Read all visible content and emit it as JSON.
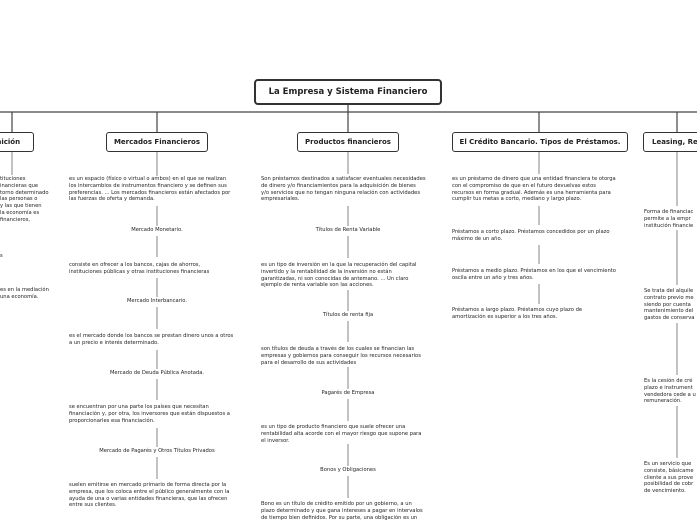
{
  "root": {
    "title": "La Empresa y Sistema Financiero"
  },
  "topics": {
    "definicion": "inición",
    "mercados": "Mercados Financieros",
    "productos": "Productos financieros",
    "credito": "El Crédito Bancario. Tipos de Préstamos.",
    "leasing": "Leasing, Re"
  },
  "definicion": {
    "t1": "tituciones\ninancieras que\ntorno determinado\nlas personas o\ny las que tienen\nla economía es\nfinancieros,",
    "t2": "s",
    "t3": "es en la mediación\nuna economía."
  },
  "mercados": {
    "intro": "es un espacio (físico o virtual o ambos) en el que se realizan\nlos intercambios de instrumentos financiero y se definen sus\npreferencias. ... Los mercados financieros están afectados por\nlas fuerzas de oferta y demanda.",
    "monetario": "Mercado Monetario.",
    "monetario_desc": "consiste en ofrecer a los bancos, cajas de ahorros,\ninstituciones públicas y otras instituciones financieras",
    "interbancario": "Mercado Interbancario.",
    "interbancario_desc": "es el mercado donde los bancos se prestan dinero unos a otros\na un precio e interés determinado.",
    "deuda": "Mercado de Deuda Pública Anotada.",
    "deuda_desc": "se encuentran por una parte los países que necesitan\nfinanciación y, por otra, los inversores que están dispuestos a\nproporcionarles esa financiación.",
    "pagares": "Mercado de Pagarés y Otros Títulos Privados",
    "pagares_desc": "suelen emitirse en mercado primario de forma directa por la\nempresa, que los coloca entre el público generalmente con la\nayuda de una o varias entidades financieras, que las ofrecen\nentre sus clientes."
  },
  "productos": {
    "intro": "Son préstamos destinados a satisfacer eventuales necesidades\nde dinero y/o financiamientos para la adquisición de bienes\ny/o servicios que no tengan ninguna relación con actividades\nempresariales.",
    "renta_variable": "Títulos de Renta Variable",
    "renta_variable_desc": "es un tipo de inversión en la que la recuperación del capital\ninvertido y la rentabilidad de la inversión no están\ngarantizadas, ni son conocidas de antemano. ... Un claro\nejemplo de renta variable son las acciones.",
    "renta_fija": "Títulos de renta fija",
    "renta_fija_desc": "son títulos de deuda a través de los cuales se financian las\nempresas y gobiernos para conseguir los recursos necesarios\npara el desarrollo de sus actividades",
    "pagares": "Pagarés de Empresa",
    "pagares_desc": "es un tipo de producto financiero que suele ofrecer una\nrentabilidad alta acorde con el mayor riesgo que supone para\nel inversor.",
    "bonos": "Bonos y Obligaciones",
    "bonos_desc": "Bono es un título de crédito emitido por un gobierno, a un\nplazo determinado y que gana intereses a pagar en intervalos\nde tiempo bien definidos. Por su parte, una obligación es un"
  },
  "credito": {
    "intro": "es un préstamo de dinero que una entidad financiera te otorga\ncon el compromiso de que en el futuro devuelvas estos\nrecursos en forma gradual. Además es una herramienta para\ncumplir tus metas a corto, mediano y largo plazo.",
    "corto": "Préstamos a corto plazo. Préstamos concedidos por un plazo\nmáximo de un año.",
    "medio": "Préstamos a medio plazo. Préstamos en los que el vencimiento\noscila entre un año y tres años.",
    "largo": "Préstamos a largo plazo. Préstamos cuyo plazo de\namortización es superior a los tres años."
  },
  "leasing": {
    "t1": "Forma de financiac\npermite a la empr\ninstitución financie",
    "t2": "Se trata del alquile\ncontrato previo me\nsiendo por cuenta\nmantenimiento del\ngastos de conserva",
    "t3": "Es la cesión de cré\nplazo e instrument\nvendedora cede a u\nremuneración.",
    "t4": "Es un servicio que\nconsiste, básicame\ncliente a sus prove\nposibilidad de cobr\nde vencimiento."
  }
}
